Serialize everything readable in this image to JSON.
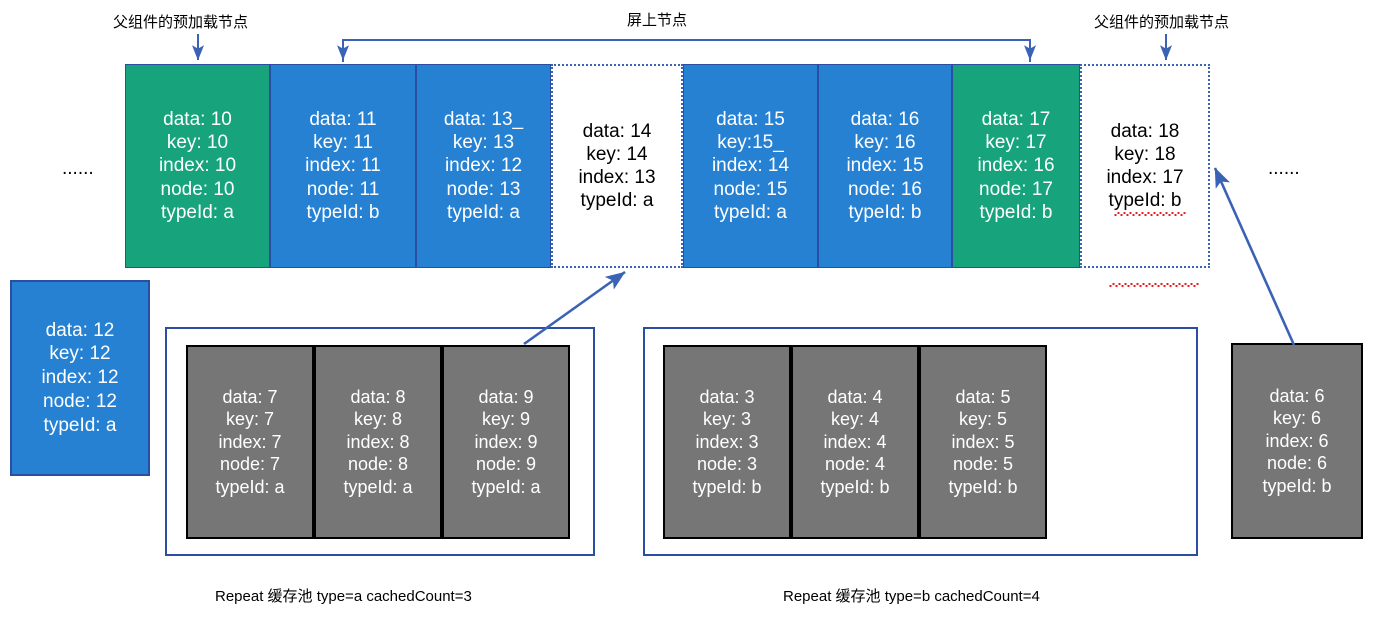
{
  "annotations": {
    "preload_left": "父组件的预加载节点",
    "onscreen": "屏上节点",
    "preload_right": "父组件的预加载节点",
    "ellipsis_left": "......",
    "ellipsis_right": "......"
  },
  "colors": {
    "green": "#17a47c",
    "blue": "#2681d3",
    "gray": "#767676",
    "arrow": "#3a62b5",
    "border": "#2b4ea2",
    "squiggle": "#e02020",
    "white": "#ffffff",
    "text_dark": "#000000"
  },
  "main_row": [
    {
      "data": "data: 10",
      "key": "key: 10",
      "index": "index: 10",
      "node": "node: 10",
      "typeId": "typeId: a",
      "style": "green"
    },
    {
      "data": "data: 11",
      "key": "key: 11",
      "index": "index: 11",
      "node": "node: 11",
      "typeId": "typeId: b",
      "style": "blue"
    },
    {
      "data": "data: 13_",
      "key": "key: 13",
      "index": "index: 12",
      "node": "node: 13",
      "typeId": "typeId: a",
      "style": "blue"
    },
    {
      "data": "data: 14",
      "key": "key: 14",
      "index": "index: 13",
      "node": "",
      "typeId": "typeId: a",
      "style": "white"
    },
    {
      "data": "data: 15",
      "key": "key:15_",
      "index": "index: 14",
      "node": "node: 15",
      "typeId": "typeId: a",
      "style": "blue"
    },
    {
      "data": "data: 16",
      "key": "key: 16",
      "index": "index: 15",
      "node": "node: 16",
      "typeId": "typeId: b",
      "style": "blue"
    },
    {
      "data": "data: 17",
      "key": "key: 17",
      "index": "index: 16",
      "node": "node: 17",
      "typeId": "typeId: b",
      "style": "green"
    },
    {
      "data": "data: 18",
      "key": "key: 18",
      "index": "index: 17",
      "node": "",
      "typeId": "typeId: b",
      "style": "white"
    }
  ],
  "detached_card": {
    "data": "data: 12",
    "key": "key: 12",
    "index": "index: 12",
    "node": "node: 12",
    "typeId": "typeId: a"
  },
  "pool_a": {
    "caption": "Repeat 缓存池 type=a  cachedCount=3",
    "cards": [
      {
        "data": "data: 7",
        "key": "key: 7",
        "index": "index: 7",
        "node": "node: 7",
        "typeId": "typeId: a"
      },
      {
        "data": "data: 8",
        "key": "key: 8",
        "index": "index: 8",
        "node": "node: 8",
        "typeId": "typeId: a"
      },
      {
        "data": "data: 9",
        "key": "key: 9",
        "index": "index: 9",
        "node": "node: 9",
        "typeId": "typeId: a"
      }
    ]
  },
  "pool_b": {
    "caption": "Repeat 缓存池 type=b  cachedCount=4",
    "cards": [
      {
        "data": "data: 3",
        "key": "key: 3",
        "index": "index: 3",
        "node": "node: 3",
        "typeId": "typeId: b"
      },
      {
        "data": "data: 4",
        "key": "key: 4",
        "index": "index: 4",
        "node": "node: 4",
        "typeId": "typeId: b"
      },
      {
        "data": "data: 5",
        "key": "key: 5",
        "index": "index: 5",
        "node": "node: 5",
        "typeId": "typeId: b"
      }
    ]
  },
  "floating_card_6": {
    "data": "data: 6",
    "key": "key: 6",
    "index": "index: 6",
    "node": "node: 6",
    "typeId": "typeId: b"
  }
}
